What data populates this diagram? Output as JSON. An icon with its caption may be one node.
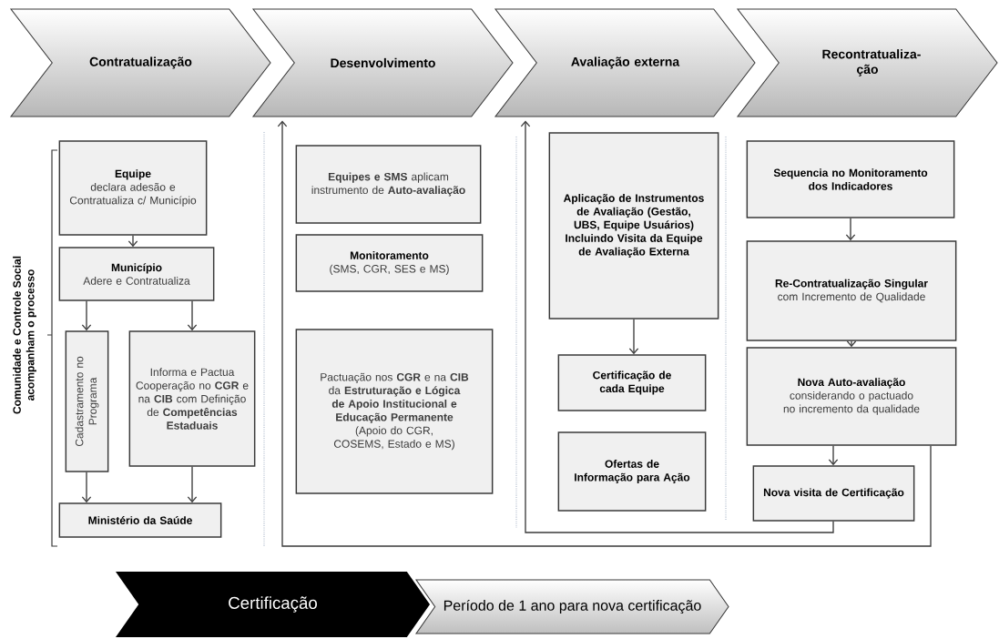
{
  "diagram": {
    "nodes": [
      {
        "text": [
          "Contratualização"
        ]
      },
      {
        "text": [
          "Desenvolvimento"
        ]
      },
      {
        "text": [
          "Avaliação externa"
        ]
      },
      {
        "text": [
          "Recontratualiza-ção"
        ]
      },
      {
        "text": [
          "Equipe",
          "declara adesão e Contratualiza c/ Município"
        ]
      },
      {
        "text": [
          "Município",
          "Adere e Contratualiza"
        ]
      },
      {
        "text": [
          "Cadastramento no Programa"
        ]
      },
      {
        "text": [
          "Informa e Pactua Cooperação no **CGR** e na **CIB** com Definição de **Competências Estaduais**"
        ]
      },
      {
        "text": [
          "Ministério da Saúde"
        ]
      },
      {
        "text": [
          "**Equipes e SMS** aplicam instrumento de **Auto-avaliação**"
        ]
      },
      {
        "text": [
          "Monitoramento",
          "(SMS, CGR, SES e MS)"
        ]
      },
      {
        "text": [
          "Pactuação nos **CGR** e na **CIB** da **Estruturação e Lógica de Apoio Institucional e Educação Permanente**",
          "(Apoio do CGR, COSEMS, Estado e MS)"
        ]
      },
      {
        "text": [
          "Aplicação de Instrumentos de Avaliação (Gestão, UBS, Equipe Usuários)",
          "Incluindo Visita da Equipe de Avaliação Externa"
        ]
      },
      {
        "text": [
          "Certificação de cada Equipe"
        ]
      },
      {
        "text": [
          "Ofertas de Informação para Ação"
        ]
      },
      {
        "text": [
          "Sequencia no Monitoramento dos Indicadores"
        ]
      },
      {
        "text": [
          "Re-Contratualização Singular",
          "com Incremento de Qualidade"
        ]
      },
      {
        "text": [
          "Nova Auto-avaliação",
          "considerando o pactuado no incremento da qualidade"
        ]
      },
      {
        "text": [
          "Nova visita de Certificação"
        ]
      },
      {
        "text": [
          "Certificação"
        ]
      },
      {
        "text": [
          "Período de 1 ano para nova certificação"
        ]
      }
    ],
    "edges": [
      {
        "from": 4,
        "to": 5,
        "arrow": "to"
      },
      {
        "from": 5,
        "to": 6,
        "arrow": "to"
      },
      {
        "from": 5,
        "to": 7,
        "arrow": "to"
      },
      {
        "from": 6,
        "to": 8,
        "arrow": "to"
      },
      {
        "from": 7,
        "to": 8,
        "arrow": "to"
      },
      {
        "from": 12,
        "to": 13,
        "arrow": "to"
      },
      {
        "from": 15,
        "to": 16,
        "arrow": "to"
      },
      {
        "from": 16,
        "to": 17,
        "arrow": "to"
      },
      {
        "from": 17,
        "to": 18,
        "arrow": "to"
      },
      {
        "from": 18,
        "to": 2,
        "arrow": "to"
      },
      {
        "from": 17,
        "to": 1,
        "arrow": "to"
      }
    ],
    "labels": [
      "Comunidade e Controle Social acompanham o processo"
    ]
  }
}
